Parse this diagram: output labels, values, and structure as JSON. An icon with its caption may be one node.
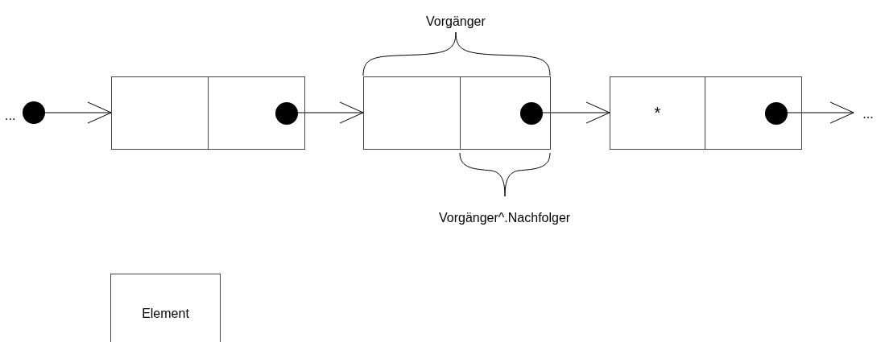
{
  "diagram": {
    "nodes": [
      {
        "text": [],
        "shape": "circle"
      },
      {
        "text": [],
        "shape": "box"
      },
      {
        "text": [],
        "shape": "box"
      },
      {
        "text": [],
        "shape": "circle",
        "in": 2
      },
      {
        "text": [],
        "shape": "box"
      },
      {
        "text": [],
        "shape": "box"
      },
      {
        "text": [],
        "shape": "circle",
        "in": 5
      },
      {
        "text": [
          "*"
        ]
      },
      {
        "text": [],
        "shape": "box"
      },
      {
        "text": [],
        "shape": "circle",
        "in": 8
      },
      {
        "text": [
          "..."
        ]
      },
      {
        "text": [
          "Element"
        ]
      }
    ],
    "edges": [
      {
        "from": 0,
        "to": 1,
        "arrow": "to"
      },
      {
        "from": 3,
        "to": 4,
        "arrow": "to"
      },
      {
        "from": 6,
        "to": 7,
        "arrow": "to"
      },
      {
        "from": 9,
        "to": 10,
        "arrow": "to"
      }
    ],
    "labels": [
      "...",
      "Vorgänger",
      "Vorgänger^.Nachfolger"
    ]
  }
}
